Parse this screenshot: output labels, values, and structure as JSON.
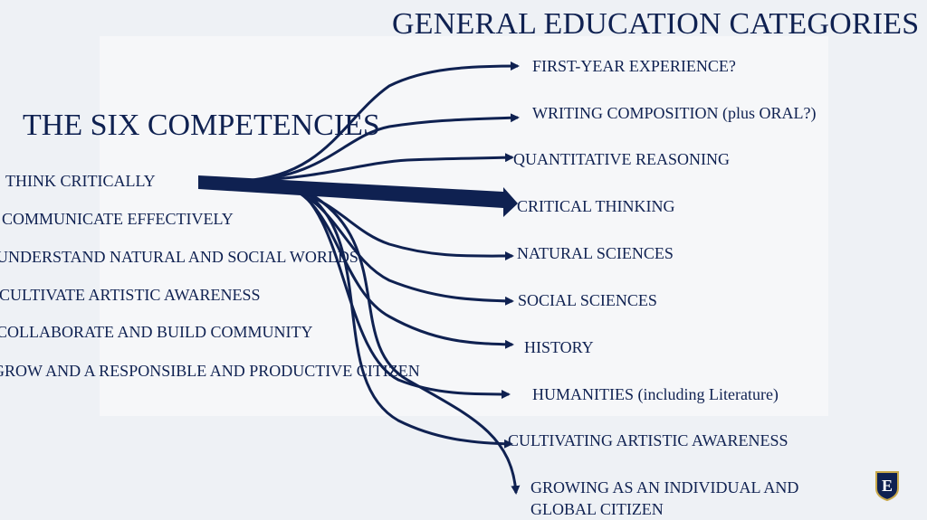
{
  "title": "GENERAL EDUCATION CATEGORIES",
  "subtitle": "THE SIX COMPETENCIES",
  "competencies": [
    "THINK CRITICALLY",
    "COMMUNICATE EFFECTIVELY",
    "UNDERSTAND NATURAL AND SOCIAL WORLDS",
    "CULTIVATE ARTISTIC AWARENESS",
    "COLLABORATE AND BUILD COMMUNITY",
    "GROW AND A RESPONSIBLE AND PRODUCTIVE CITIZEN"
  ],
  "categories": [
    "FIRST-YEAR EXPERIENCE?",
    "WRITING COMPOSITION (plus ORAL?)",
    "QUANTITATIVE REASONING",
    "CRITICAL THINKING",
    "NATURAL SCIENCES",
    "SOCIAL SCIENCES",
    "HISTORY",
    "HUMANITIES (including Literature)",
    "CULTIVATING ARTISTIC AWARENESS",
    "GROWING AS AN INDIVIDUAL AND GLOBAL CITIZEN"
  ],
  "colors": {
    "navy": "#0f2151",
    "gold": "#c8a84a"
  },
  "logo_icon": "etsu-e-shield-icon",
  "logo_letter": "E"
}
